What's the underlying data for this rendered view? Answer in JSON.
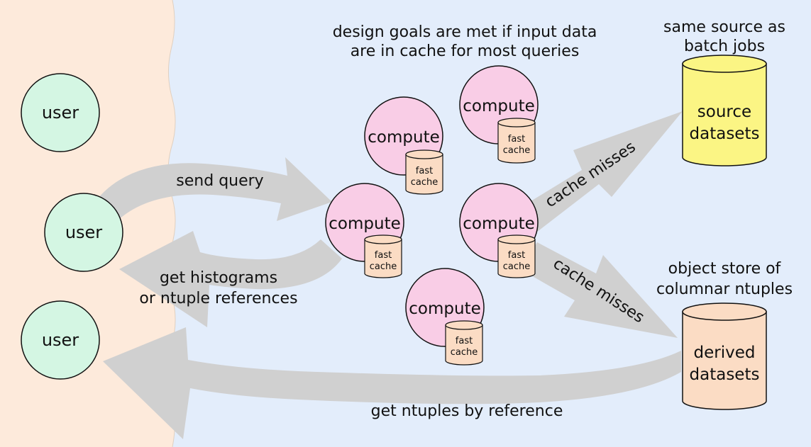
{
  "colors": {
    "client_zone": "#fdeadb",
    "service_zone": "#e3edfb",
    "user_fill": "#d4f6e3",
    "compute_fill": "#f9cde6",
    "cache_fill": "#fbdcc4",
    "source_fill": "#fbf584",
    "derived_fill": "#fbdcc4",
    "arrow_fill": "#d0d0d0"
  },
  "users": [
    {
      "label": "user"
    },
    {
      "label": "user"
    },
    {
      "label": "user"
    }
  ],
  "compute_nodes": [
    {
      "label": "compute",
      "cache_line1": "fast",
      "cache_line2": "cache"
    },
    {
      "label": "compute",
      "cache_line1": "fast",
      "cache_line2": "cache"
    },
    {
      "label": "compute",
      "cache_line1": "fast",
      "cache_line2": "cache"
    },
    {
      "label": "compute",
      "cache_line1": "fast",
      "cache_line2": "cache"
    },
    {
      "label": "compute",
      "cache_line1": "fast",
      "cache_line2": "cache"
    }
  ],
  "stores": {
    "source": {
      "line1": "source",
      "line2": "datasets"
    },
    "derived": {
      "line1": "derived",
      "line2": "datasets"
    }
  },
  "notes": {
    "design_goals_line1": "design goals are met if input data",
    "design_goals_line2": "are in cache for most queries",
    "source_note_line1": "same source as",
    "source_note_line2": "batch jobs",
    "derived_note_line1": "object store of",
    "derived_note_line2": "columnar ntuples"
  },
  "arrows": {
    "send_query": "send query",
    "get_histograms_line1": "get histograms",
    "get_histograms_line2": "or ntuple references",
    "cache_misses_up": "cache misses",
    "cache_misses_down": "cache misses",
    "get_ntuples": "get ntuples by reference"
  }
}
